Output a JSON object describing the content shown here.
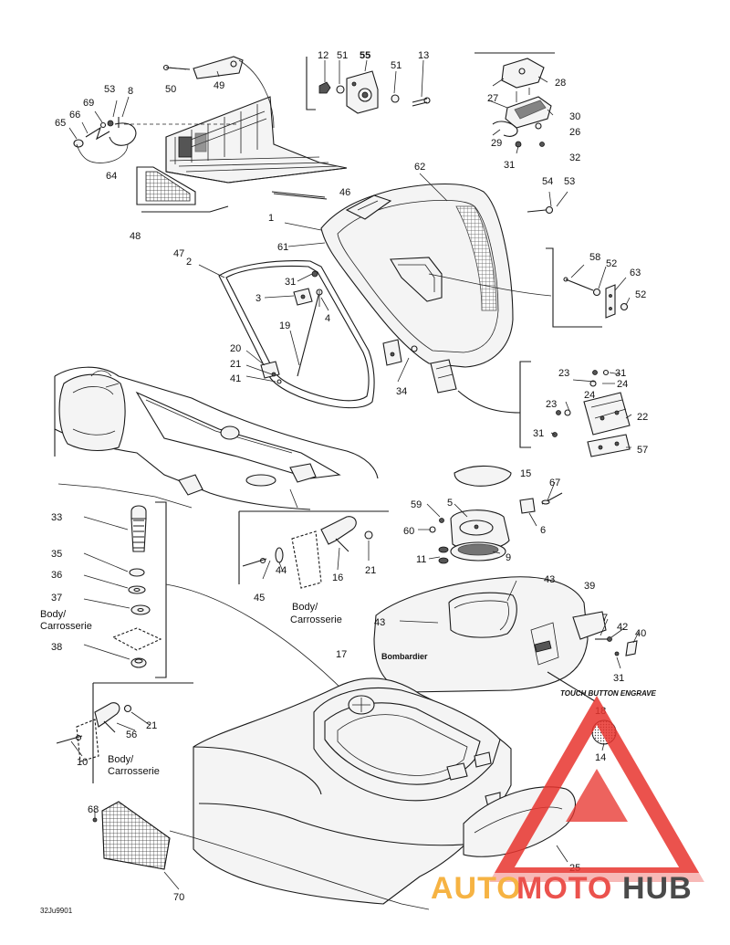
{
  "labels": [
    "1",
    "2",
    "3",
    "4",
    "5",
    "6",
    "7",
    "8",
    "9",
    "10",
    "11",
    "12",
    "13",
    "14",
    "15",
    "16",
    "17",
    "18",
    "19",
    "20",
    "21",
    "22",
    "23",
    "24",
    "25",
    "26",
    "27",
    "28",
    "29",
    "30",
    "31",
    "32",
    "33",
    "34",
    "35",
    "36",
    "37",
    "38",
    "39",
    "40",
    "41",
    "42",
    "43",
    "44",
    "45",
    "46",
    "47",
    "48",
    "49",
    "50",
    "51",
    "52",
    "53",
    "54",
    "55",
    "56",
    "57",
    "58",
    "59",
    "60",
    "61",
    "62",
    "63",
    "64",
    "65",
    "66",
    "67",
    "68",
    "69",
    "70"
  ],
  "body_note_1": "Body/",
  "body_note_2": "Carrosserie",
  "decal_brand": "Bombardier",
  "decal_sticker": "TOUCH BUTTON ENGRAVE",
  "drawing_code": "32Ju9901",
  "watermark": {
    "part1": "AUTO",
    "part2": "MOTO",
    "part3": "HUB",
    "color_red": "#e8342e",
    "color_orange": "#f5a623",
    "color_dark": "#2b2b2b"
  }
}
